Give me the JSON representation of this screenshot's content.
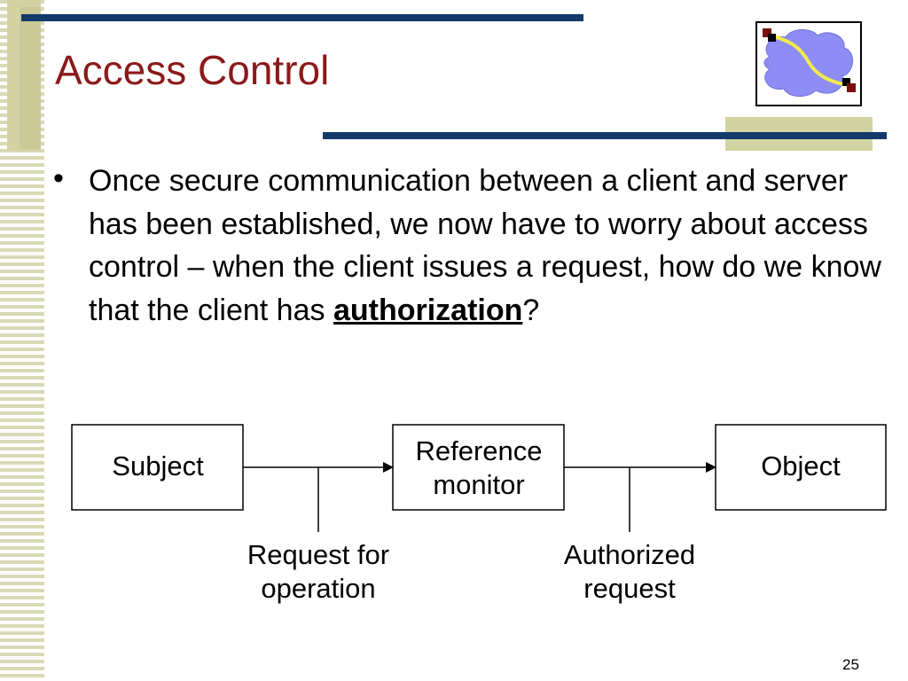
{
  "slide": {
    "title": "Access Control",
    "bullet_marker": "•",
    "paragraph_part1": "Once secure communication between a client and server has been established, we now have to worry about access control – when the client issues a request, how do we know that the client has ",
    "paragraph_emphasis": "authorization",
    "paragraph_part2": "?",
    "page_number": "25"
  },
  "diagram": {
    "subject": "Subject",
    "reference_line1": "Reference",
    "reference_line2": "monitor",
    "object": "Object",
    "request_line1": "Request for",
    "request_line2": "operation",
    "authorized_line1": "Authorized",
    "authorized_line2": "request"
  },
  "colors": {
    "title": "#8b1a1a",
    "navy_bar": "#123a6b",
    "olive": "#d2d3a3",
    "logo_cloud": "#8d8df5",
    "logo_path": "#f2e94e",
    "logo_node": "#7a0f0f"
  }
}
